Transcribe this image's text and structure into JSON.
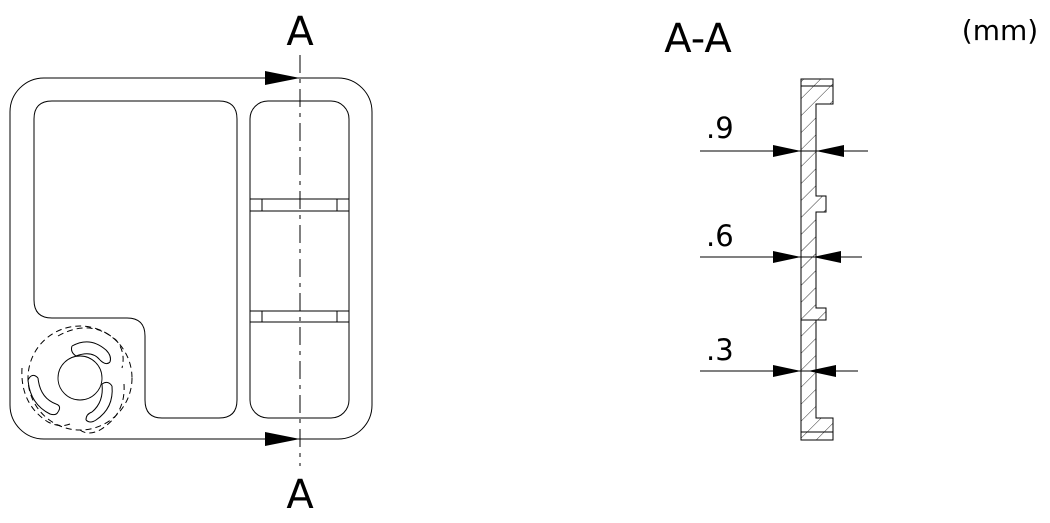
{
  "front_view": {
    "section_label_top": "A",
    "section_label_bottom": "A"
  },
  "section_view": {
    "title": "A-A",
    "dimensions": [
      ".9",
      ".6",
      ".3"
    ]
  },
  "units": "(mm)"
}
